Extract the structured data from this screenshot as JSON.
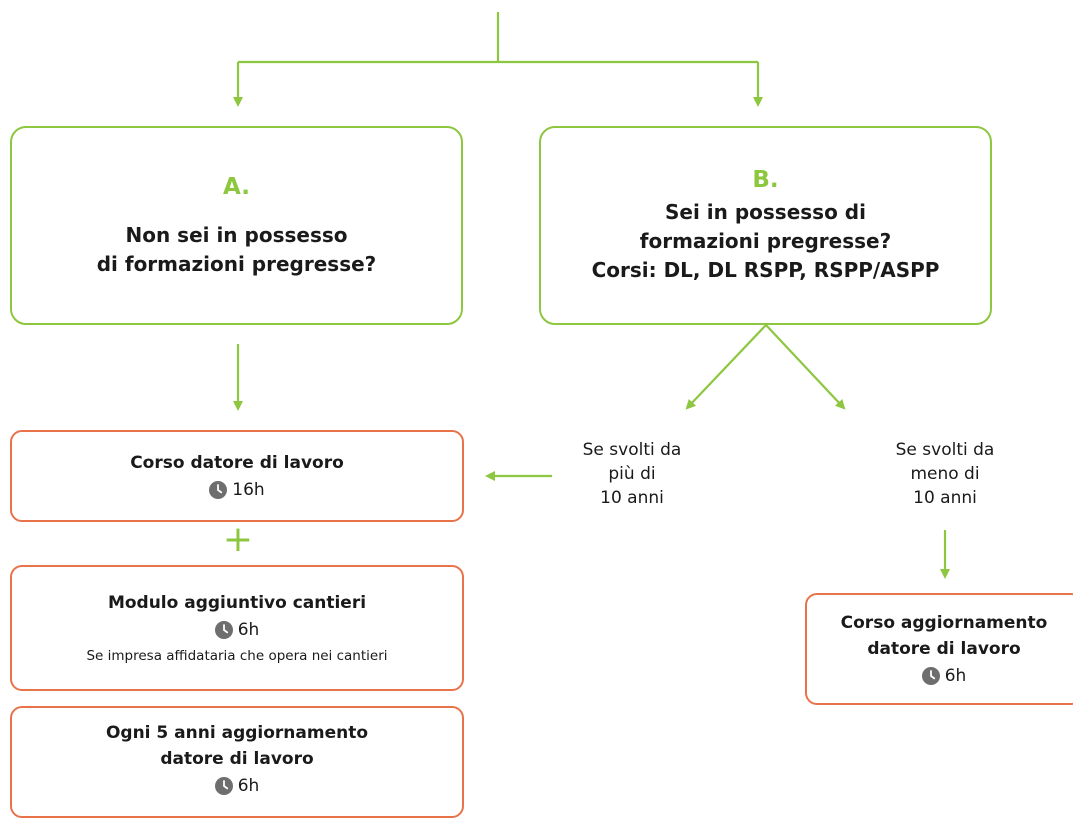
{
  "colors": {
    "green": "#8dc63f",
    "orange": "#e8734a",
    "clock": "#6e6e6e",
    "text": "#1a1a1a"
  },
  "decision_a": {
    "letter": "A.",
    "question": "Non sei in possesso\ndi formazioni pregresse?"
  },
  "decision_b": {
    "letter": "B.",
    "question": "Sei in possesso di\nformazioni pregresse?\nCorsi: DL, DL RSPP, RSPP/ASPP"
  },
  "conditions": {
    "over_10": "Se svolti da\npiù di\n10 anni",
    "under_10": "Se svolti da\nmeno di\n10 anni"
  },
  "courses": {
    "employer": {
      "title": "Corso datore di lavoro",
      "duration": "16h",
      "icon": "clock-icon"
    },
    "plus_symbol": "+",
    "construction": {
      "title": "Modulo aggiuntivo cantieri",
      "duration": "6h",
      "note": "Se impresa affidataria che opera nei cantieri",
      "icon": "clock-icon"
    },
    "periodic_update": {
      "title": "Ogni 5 anni aggiornamento\ndatore di lavoro",
      "duration": "6h",
      "icon": "clock-icon"
    },
    "update": {
      "title": "Corso aggiornamento\ndatore di lavoro",
      "duration": "6h",
      "icon": "clock-icon"
    }
  }
}
